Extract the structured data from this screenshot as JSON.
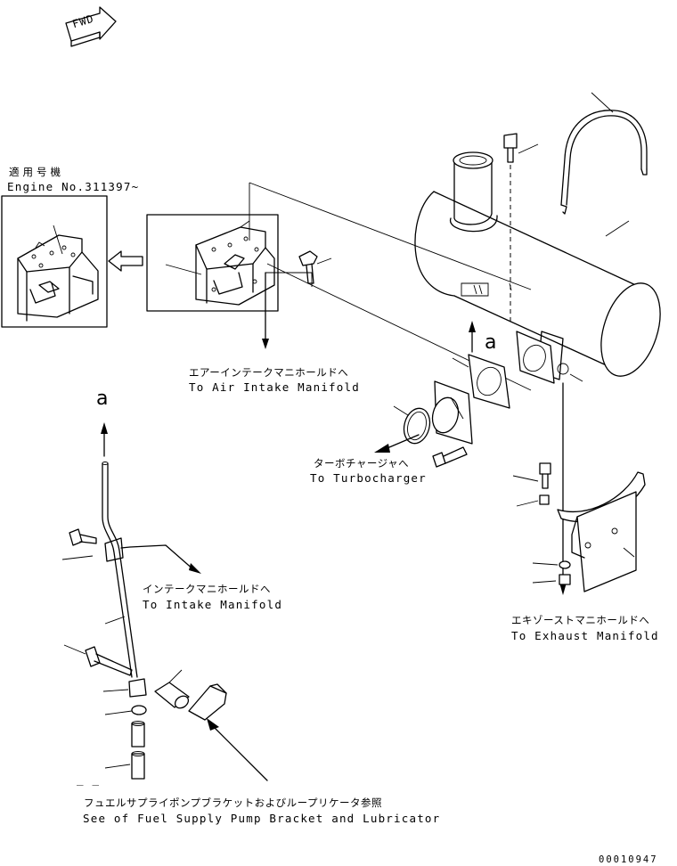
{
  "fwd_label": "FWD",
  "serial_note": {
    "jp": "適用号機",
    "en": "Engine No.311397~"
  },
  "labels": {
    "air_intake": {
      "jp": "エアーインテークマニホールドへ",
      "en": "To Air Intake Manifold"
    },
    "turbo": {
      "jp": "ターボチャージャへ",
      "en": "To Turbocharger"
    },
    "intake": {
      "jp": "インテークマニホールドへ",
      "en": "To Intake Manifold"
    },
    "exhaust": {
      "jp": "エキゾーストマニホールドへ",
      "en": "To Exhaust Manifold"
    },
    "fuel_pump": {
      "jp": "フュエルサプライポンプブラケットおよびループリケータ参照",
      "en": "See of Fuel Supply Pump Bracket and Lubricator"
    }
  },
  "view_marks": {
    "a_top": "a",
    "a_mid": "a"
  },
  "dash_mark": "_ _",
  "drawing_number": "00010947",
  "colors": {
    "line": "#000000",
    "background": "#ffffff"
  }
}
